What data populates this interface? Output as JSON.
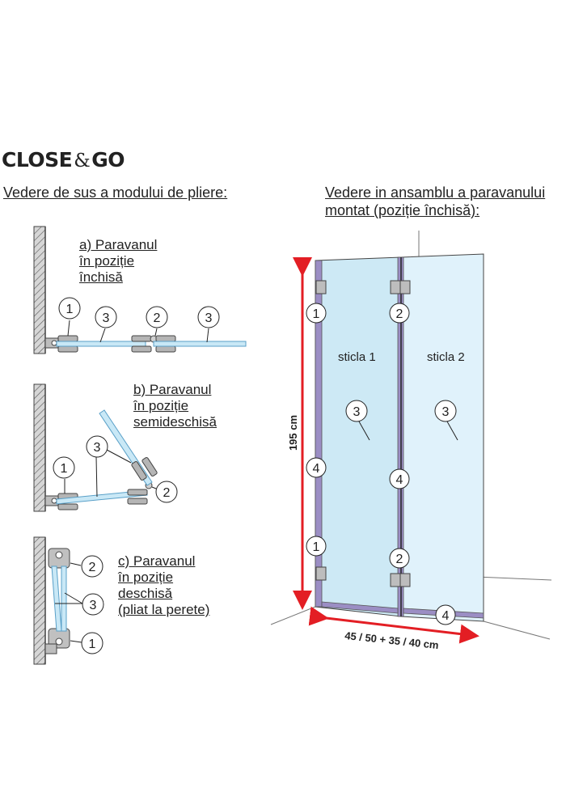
{
  "logo": {
    "part1": "CLOSE",
    "amp": "&",
    "part2": "GO"
  },
  "left_title": "Vedere de sus a modului de pliere:",
  "right_title": {
    "line1": "Vedere in ansamblu a paravanului",
    "line2": "montat (poziție închisă):"
  },
  "states": {
    "a": {
      "line1": "a) Paravanul",
      "line2": "în poziție",
      "line3": "închisă"
    },
    "b": {
      "line1": "b) Paravanul",
      "line2": "în poziție",
      "line3": "semideschisă"
    },
    "c": {
      "line1": "c) Paravanul",
      "line2": "în poziție",
      "line3": "deschisă",
      "line4": "(pliat la perete)"
    }
  },
  "markers": {
    "m1": "1",
    "m2": "2",
    "m3": "3",
    "m4": "4"
  },
  "glass": {
    "panel1": "sticla 1",
    "panel2": "sticla 2"
  },
  "dimensions": {
    "height": "195 cm",
    "width": "45 / 50 + 35 / 40 cm"
  },
  "colors": {
    "glass": "#c9e8f6",
    "glass_edge": "#5aa0c8",
    "seal": "#9b8ec4",
    "arrow": "#e31e24",
    "hinge": "#a9a9a9",
    "wall": "#cfcfcf"
  }
}
